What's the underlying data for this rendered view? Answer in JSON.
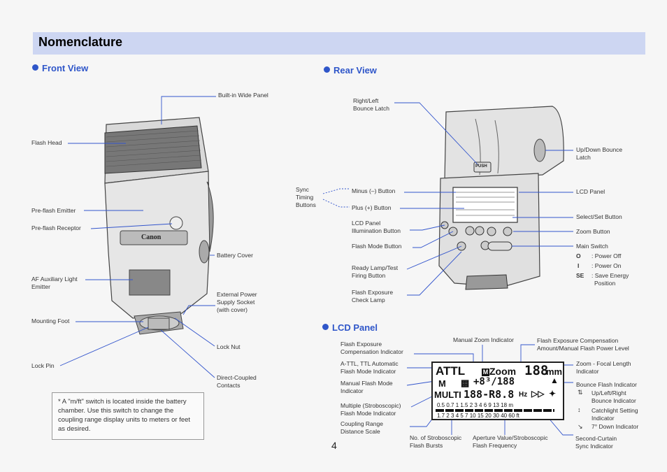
{
  "header": {
    "title": "Nomenclature"
  },
  "front": {
    "heading": "Front View",
    "labels": {
      "built_in": "Built-in Wide Panel",
      "flash_head": "Flash Head",
      "preflash_emitter": "Pre-flash Emitter",
      "preflash_receptor": "Pre-flash Receptor",
      "battery_cover": "Battery Cover",
      "af_aux_1": "AF Auxiliary Light",
      "af_aux_2": "Emitter",
      "ext_power_1": "External Power",
      "ext_power_2": "Supply Socket",
      "ext_power_3": "(with cover)",
      "mounting_foot": "Mounting Foot",
      "lock_nut": "Lock Nut",
      "lock_pin": "Lock Pin",
      "contacts_1": "Direct-Coupled",
      "contacts_2": "Contacts",
      "brand": "Canon"
    },
    "note": "* A \"m/ft\" switch is located inside the battery chamber. Use this switch to change the coupling range display units to meters or feet as desired."
  },
  "rear": {
    "heading": "Rear View",
    "labels": {
      "bounce_latch_1": "Right/Left",
      "bounce_latch_2": "Bounce Latch",
      "updown_1": "Up/Down Bounce",
      "updown_2": "Latch",
      "sync_1": "Sync",
      "sync_2": "Timing",
      "sync_3": "Buttons",
      "minus": "Minus (–) Button",
      "plus": "Plus (+) Button",
      "lcd_panel": "LCD Panel",
      "select_set": "Select/Set Button",
      "lcd_illum_1": "LCD Panel",
      "lcd_illum_2": "Illumination Button",
      "zoom": "Zoom Button",
      "flash_mode": "Flash Mode Button",
      "main_switch": "Main Switch",
      "sw_o_key": "O",
      "sw_o_val": ": Power Off",
      "sw_i_key": "I",
      "sw_i_val": ": Power On",
      "sw_se_key": "SE",
      "sw_se_val": ": Save Energy",
      "sw_se_val2": "Position",
      "ready_1": "Ready Lamp/Test",
      "ready_2": "Firing Button",
      "fec_lamp_1": "Flash Exposure",
      "fec_lamp_2": "Check Lamp",
      "push": "PUSH"
    }
  },
  "lcd": {
    "heading": "LCD Panel",
    "labels": {
      "fec_ind_1": "Flash Exposure",
      "fec_ind_2": "Compensation Indicator",
      "manual_zoom": "Manual Zoom Indicator",
      "fec_amount_1": "Flash Exposure Compensation",
      "fec_amount_2": "Amount/Manual Flash Power Level",
      "attl_1": "A-TTL, TTL Automatic",
      "attl_2": "Flash Mode Indicator",
      "focal_1": "Zoom - Focal Length",
      "focal_2": "Indicator",
      "manual_1": "Manual Flash Mode",
      "manual_2": "Indicator",
      "bounce_ind": "Bounce Flash Indicator",
      "updown_ind_1": "Up/Left/Right",
      "updown_ind_2": "Bounce Indicator",
      "catchlight_1": "Catchlight Setting",
      "catchlight_2": "Indicator",
      "down_ind": "7° Down Indicator",
      "multi_1": "Multiple (Stroboscopic)",
      "multi_2": "Flash Mode Indicator",
      "range_1": "Coupling Range",
      "range_2": "Distance Scale",
      "bursts_1": "No. of Stroboscopic",
      "bursts_2": "Flash Bursts",
      "aperture_1": "Aperture Value/Stroboscopic",
      "aperture_2": "Flash Frequency",
      "second_1": "Second-Curtain",
      "second_2": "Sync Indicator"
    },
    "display": {
      "attl": "ATTL",
      "m": "M",
      "zoom": "Zoom",
      "focal": "188",
      "mm": "mm",
      "fec": "+8³/188",
      "multi": "MULTI",
      "freq": "188-R8.8",
      "hz": "Hz",
      "scale_m": "0.5 0.7 1 1.5 2 3 4 6 9 13 18",
      "m_unit": "m",
      "scale_ft": "1.7 2 3 4 5 7 10 15 20 30 40 60",
      "ft_unit": "ft"
    }
  },
  "page": {
    "number": "4"
  }
}
